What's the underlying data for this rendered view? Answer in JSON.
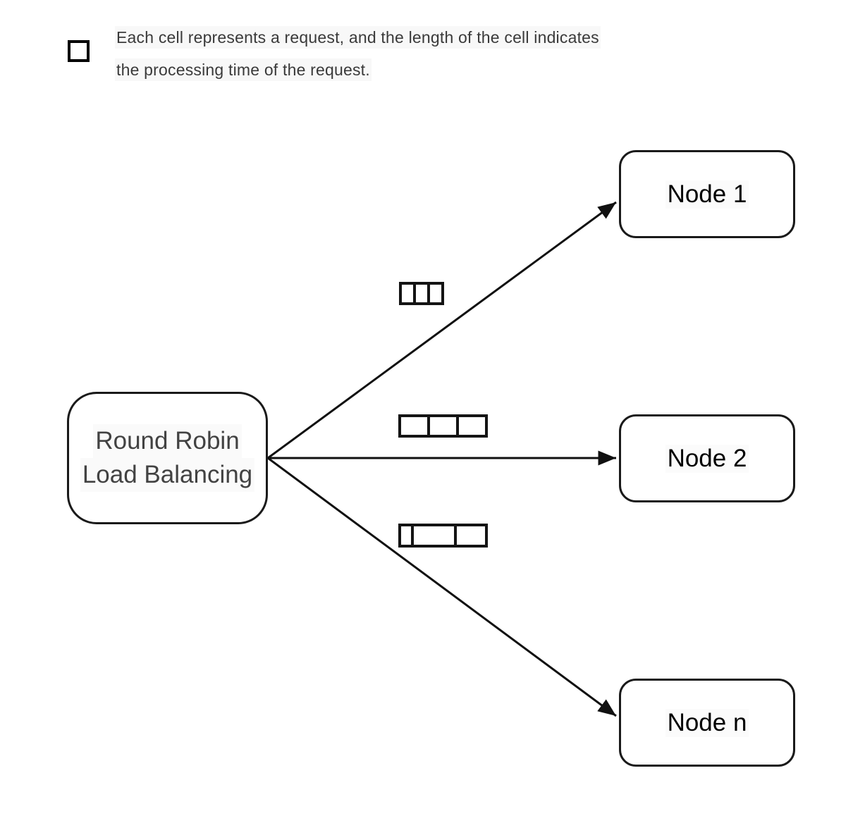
{
  "legend": {
    "icon": "empty-cell-square-icon",
    "line1": "Each cell represents a request, and the length of the cell indicates",
    "line2": "the processing time of the request."
  },
  "balancer": {
    "line1": "Round Robin",
    "line2": "Load Balancing"
  },
  "nodes": [
    {
      "label": "Node 1"
    },
    {
      "label": "Node 2"
    },
    {
      "label": "Node n"
    }
  ],
  "request_groups": [
    {
      "target": "Node 1",
      "cells": [
        17,
        17,
        17
      ]
    },
    {
      "target": "Node 2",
      "cells": [
        38,
        39,
        38
      ]
    },
    {
      "target": "Node n",
      "cells": [
        14,
        59,
        41
      ]
    }
  ],
  "colors": {
    "arrow_line": "#111111",
    "box_border": "#1a1a1a",
    "cell_border": "#141414",
    "legend_text": "#3a3a3a",
    "balancer_text": "#424242",
    "node_text": "#000000",
    "background": "#ffffff"
  }
}
